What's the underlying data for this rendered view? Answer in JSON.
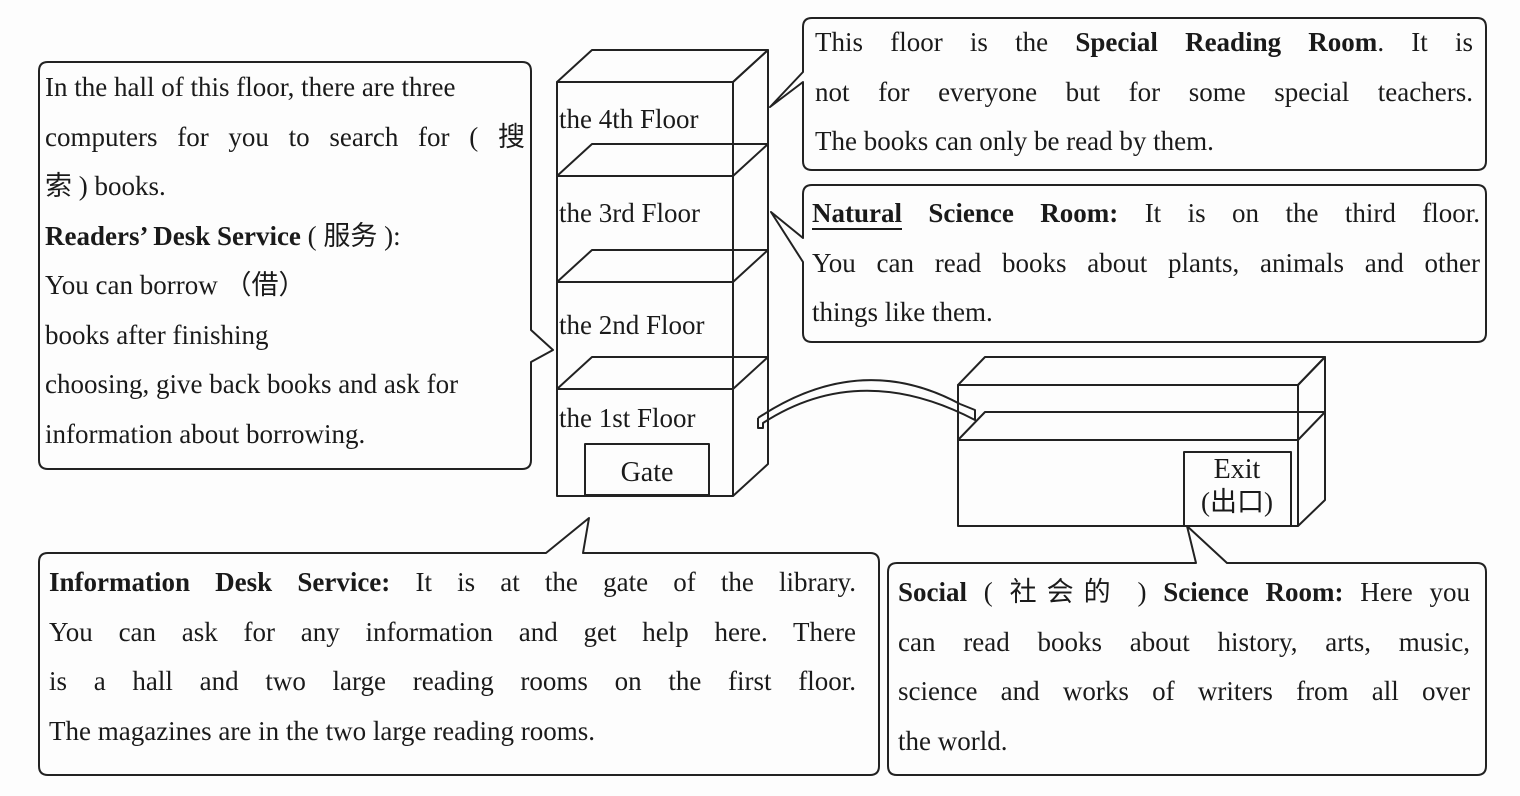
{
  "building": {
    "floors": [
      {
        "id": "4th",
        "label": "the 4th Floor"
      },
      {
        "id": "3rd",
        "label": "the 3rd Floor"
      },
      {
        "id": "2nd",
        "label": "the 2nd Floor"
      },
      {
        "id": "1st",
        "label": "the 1st Floor"
      }
    ],
    "gate_label": "Gate",
    "exit_label": "Exit",
    "exit_label_cn": "(出口)"
  },
  "callouts": {
    "first_floor_hall": {
      "lines": [
        "In the hall of this floor, there are three",
        "computers for you to search for ( 搜",
        "索 ) books."
      ],
      "readers_title": "Readers’ Desk Service",
      "readers_title_cn": " ( 服务 ):",
      "readers_lines": [
        "You can borrow  （借）",
        "books after finishing",
        "choosing, give back books and ask for",
        "information about borrowing."
      ]
    },
    "special_reading": {
      "prefix": "This floor is the ",
      "bold": "Special Reading Room",
      "suffix": ". It is",
      "lines": [
        "not for everyone but for some special teachers.",
        "The books can only be read by them."
      ]
    },
    "natural_science": {
      "bold_underlined": "Natural",
      "bold": " Science Room:",
      "suffix": " It is on the third floor.",
      "lines": [
        "You can read books about plants, animals and other",
        "things like them."
      ]
    },
    "information_desk": {
      "bold": "Information Desk Service:",
      "suffix": " It is at the gate of the library.",
      "lines": [
        "You can ask for any information and get help here. There",
        "is a hall and two large reading rooms on the first floor.",
        "The magazines are in the two large reading rooms."
      ]
    },
    "social_science": {
      "bold1": "Social",
      "cn": " ( 社会的 ) ",
      "bold2": "Science Room:",
      "suffix": " Here you",
      "lines": [
        "can read books about history, arts, music,",
        "science and works of writers from all over",
        "the world."
      ]
    }
  }
}
